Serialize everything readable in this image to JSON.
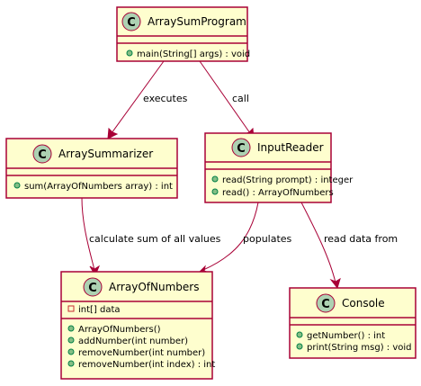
{
  "classes": {
    "array_sum_program": {
      "icon_letter": "C",
      "name": "ArraySumProgram",
      "fields": [],
      "methods": [
        "main(String[] args) : void"
      ]
    },
    "array_summarizer": {
      "icon_letter": "C",
      "name": "ArraySummarizer",
      "fields": [],
      "methods": [
        "sum(ArrayOfNumbers array) : int"
      ]
    },
    "input_reader": {
      "icon_letter": "C",
      "name": "InputReader",
      "fields": [],
      "methods": [
        "read(String prompt) : integer",
        "read() : ArrayOfNumbers"
      ]
    },
    "array_of_numbers": {
      "icon_letter": "C",
      "name": "ArrayOfNumbers",
      "fields": [
        "int[] data"
      ],
      "methods": [
        "ArrayOfNumbers()",
        "addNumber(int number)",
        "removeNumber(int number)",
        "removeNumber(int index) : int"
      ]
    },
    "console": {
      "icon_letter": "C",
      "name": "Console",
      "fields": [],
      "methods": [
        "getNumber() : int",
        "print(String msg) : void"
      ]
    }
  },
  "relations": {
    "executes": "executes",
    "call": "call",
    "calculate": "calculate sum of all values",
    "populates": "populates",
    "read_data": "read data from"
  },
  "colors": {
    "box_fill": "#FEFECE",
    "border": "#A80036",
    "class_icon": "#ADD1B2",
    "public_method": "#84BE84",
    "private_field": "#C82930"
  }
}
